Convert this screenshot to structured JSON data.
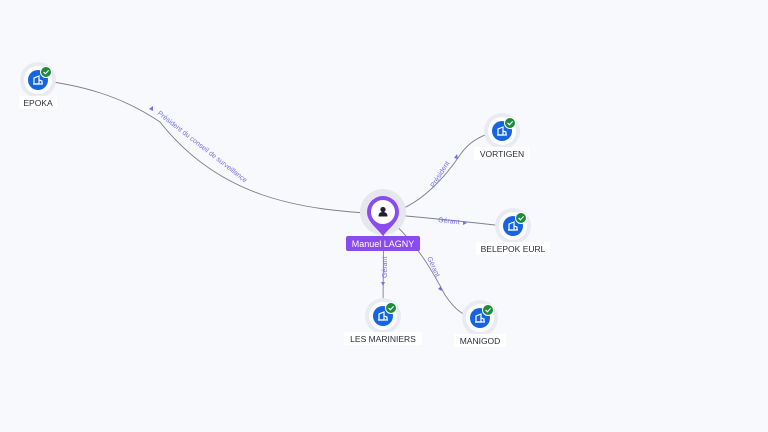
{
  "person": {
    "name": "Manuel LAGNY",
    "icon": "person-icon",
    "color": "#8a4cf0"
  },
  "companies": [
    {
      "id": "epoka",
      "label": "EPOKA",
      "icon": "building-icon",
      "status": "check-icon"
    },
    {
      "id": "vortigen",
      "label": "VORTIGEN",
      "icon": "building-icon",
      "status": "check-icon"
    },
    {
      "id": "belepok",
      "label": "BELEPOK EURL",
      "icon": "building-icon",
      "status": "check-icon"
    },
    {
      "id": "mariniers",
      "label": "LES MARINIERS",
      "icon": "building-icon",
      "status": "check-icon"
    },
    {
      "id": "manigod",
      "label": "MANIGOD",
      "icon": "building-icon",
      "status": "check-icon"
    }
  ],
  "relations": [
    {
      "to": "epoka",
      "label": "Président du conseil de surveillance"
    },
    {
      "to": "vortigen",
      "label": "Président"
    },
    {
      "to": "belepok",
      "label": "Gérant"
    },
    {
      "to": "mariniers",
      "label": "Gérant"
    },
    {
      "to": "manigod",
      "label": "Gérant"
    }
  ],
  "colors": {
    "company_blue": "#1565e0",
    "check_green": "#1e8a3c",
    "edge_label": "#7a6cf0",
    "person_purple": "#8a4cf0"
  }
}
